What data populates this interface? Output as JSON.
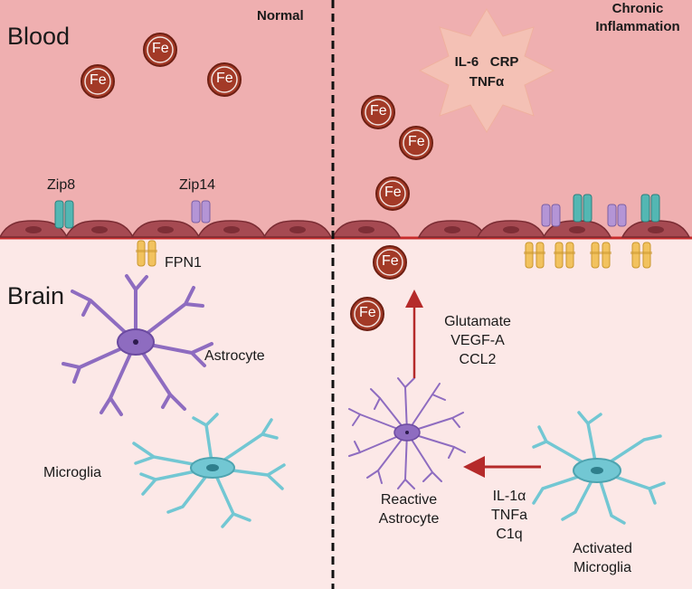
{
  "regions": {
    "blood_label": "Blood",
    "brain_label": "Brain"
  },
  "panels": {
    "left_title": "Normal",
    "right_title_line1": "Chronic",
    "right_title_line2": "Inflammation"
  },
  "iron": {
    "label": "Fe"
  },
  "cytokines_blood": {
    "line1": "IL-6   CRP",
    "line2": "TNFα"
  },
  "transporters": {
    "zip8": "Zip8",
    "zip14": "Zip14",
    "fpn1": "FPN1"
  },
  "cells": {
    "astrocyte": "Astrocyte",
    "microglia": "Microglia",
    "reactive_line1": "Reactive",
    "reactive_line2": "Astrocyte",
    "activated_line1": "Activated",
    "activated_line2": "Microglia"
  },
  "secreted_by_astrocyte": [
    "Glutamate",
    "VEGF-A",
    "CCL2"
  ],
  "secreted_by_microglia": [
    "IL-1α",
    "TNFa",
    "C1q"
  ],
  "colors": {
    "blood_bg": "#efafb0",
    "brain_bg": "#fce8e7",
    "iron": "#a33a27",
    "endothelium": "#a64a52",
    "zip8": "#53b7b3",
    "zip14": "#b495d6",
    "fpn1": "#f2c25e",
    "astrocyte": "#8e6cc0",
    "microglia": "#72c7d3",
    "arrow": "#b52a2a"
  }
}
